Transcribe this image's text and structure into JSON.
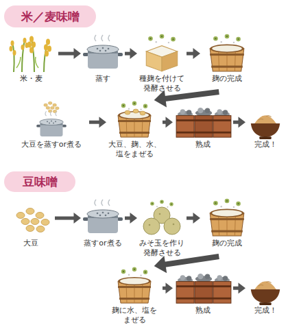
{
  "diagram": {
    "nodes": [
      {
        "text": [
          "米／麦味噌"
        ]
      },
      {
        "text": [
          "米・麦"
        ]
      },
      {
        "text": [
          "蒸す"
        ]
      },
      {
        "text": [
          "種麹を付けて 発酵させる"
        ]
      },
      {
        "text": [
          "麹の完成"
        ]
      },
      {
        "text": [
          "大豆を蒸すor煮る"
        ]
      },
      {
        "text": [
          "大豆、麹、水、 塩をまぜる"
        ]
      },
      {
        "text": [
          "熟成"
        ]
      },
      {
        "text": [
          "完成！"
        ]
      },
      {
        "text": [
          "豆味噌"
        ]
      },
      {
        "text": [
          "大豆"
        ]
      },
      {
        "text": [
          "蒸すor煮る"
        ]
      },
      {
        "text": [
          "みそ玉を作り 発酵させる"
        ]
      },
      {
        "text": [
          "麹の完成"
        ]
      },
      {
        "text": [
          "麹に水、塩を まぜる"
        ]
      },
      {
        "text": [
          "熟成"
        ]
      },
      {
        "text": [
          "完成！"
        ]
      }
    ],
    "edges": [
      {
        "from": 1,
        "to": 2,
        "arrow": "to"
      },
      {
        "from": 2,
        "to": 3,
        "arrow": "to"
      },
      {
        "from": 3,
        "to": 4,
        "arrow": "to"
      },
      {
        "from": 4,
        "to": 6,
        "arrow": "to"
      },
      {
        "from": 5,
        "to": 6,
        "arrow": "to"
      },
      {
        "from": 6,
        "to": 7,
        "arrow": "to"
      },
      {
        "from": 7,
        "to": 8,
        "arrow": "to"
      },
      {
        "from": 10,
        "to": 11,
        "arrow": "to"
      },
      {
        "from": 11,
        "to": 12,
        "arrow": "to"
      },
      {
        "from": 12,
        "to": 13,
        "arrow": "to"
      },
      {
        "from": 13,
        "to": 14,
        "arrow": "to"
      },
      {
        "from": 14,
        "to": 15,
        "arrow": "to"
      },
      {
        "from": 15,
        "to": 16,
        "arrow": "to"
      }
    ]
  }
}
